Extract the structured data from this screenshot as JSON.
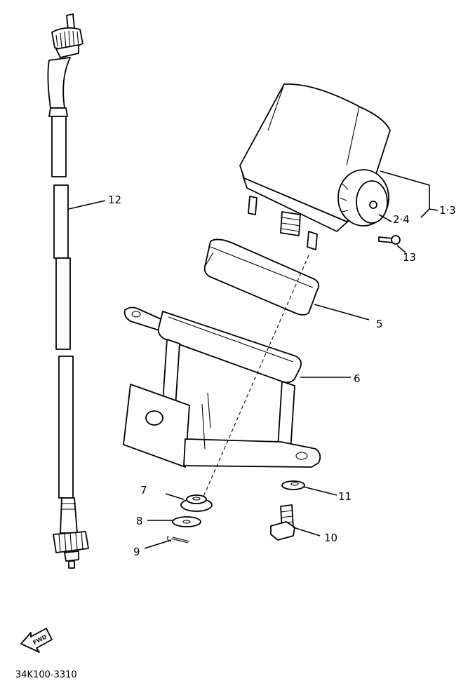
{
  "diagram": {
    "callouts": {
      "p1_3": "1·3",
      "p2_4": "2·4",
      "p5": "5",
      "p6": "6",
      "p7": "7",
      "p8": "8",
      "p9": "9",
      "p10": "10",
      "p11": "11",
      "p12": "12",
      "p13": "13"
    },
    "fwd_label": "FWD",
    "drawing_code": "34K100-3310"
  }
}
